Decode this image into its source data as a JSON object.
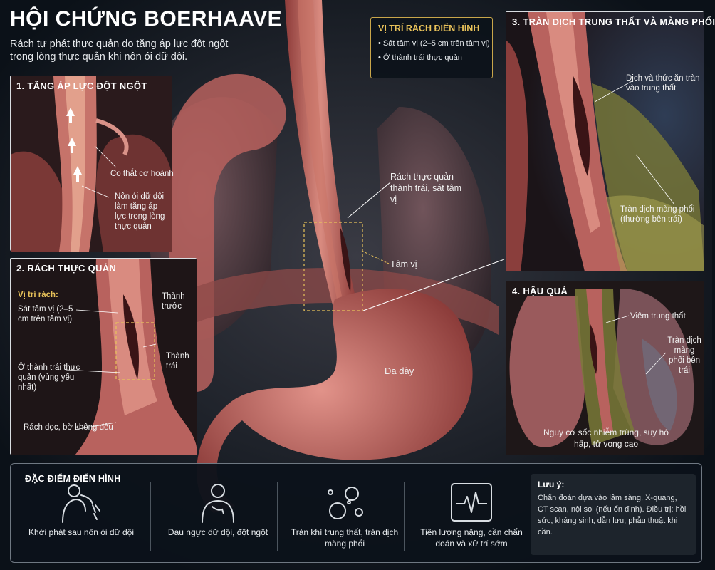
{
  "header": {
    "title": "HỘI CHỨNG BOERHAAVE",
    "subtitle": "Rách tự phát thực quản do tăng áp lực đột ngột trong lòng thực quản khi nôn ói dữ dội."
  },
  "center": {
    "label_tear": "Rách thực quản thành trái, sát tâm vị",
    "label_cardia": "Tâm vị",
    "label_stomach": "Dạ dày"
  },
  "site_box": {
    "title": "VỊ TRÍ RÁCH ĐIỂN HÌNH",
    "items": [
      "Sát tâm vị (2–5 cm trên tâm vị)",
      "Ở thành trái thực quản"
    ]
  },
  "panel1": {
    "title": "1. TĂNG ÁP LỰC ĐỘT NGỘT",
    "label_spasm": "Co thắt cơ hoành",
    "label_vomit": "Nôn ói dữ dội làm tăng áp lực trong lòng thực quản"
  },
  "panel2": {
    "title": "2. RÁCH THỰC QUẢN",
    "site_heading": "Vị trí rách:",
    "label_near_cardia": "Sát tâm vị (2–5 cm trên tâm vị)",
    "label_left_wall": "Ở thành trái thực quản (vùng yếu nhất)",
    "label_long_tear": "Rách dọc, bờ không đều",
    "label_anterior": "Thành trước",
    "label_left": "Thành trái"
  },
  "panel3": {
    "title": "3. TRÀN DỊCH TRUNG THẤT VÀ MÀNG PHỔI",
    "label_fluid": "Dịch và thức ăn tràn vào trung thất",
    "label_pleural": "Tràn dịch màng phổi (thường bên trái)"
  },
  "panel4": {
    "title": "4. HẬU QUẢ",
    "label_mediastinitis": "Viêm trung thất",
    "label_left_effusion": "Tràn dịch màng phổi bên trái",
    "label_risk": "Nguy cơ sốc nhiễm trùng, suy hô hấp, tử vong cao"
  },
  "bottom": {
    "title": "ĐẶC ĐIỂM ĐIỂN HÌNH",
    "features": [
      {
        "icon": "vomiting-person-icon",
        "text": "Khởi phát sau nôn ói dữ dội"
      },
      {
        "icon": "chest-pain-icon",
        "text": "Đau ngực dữ dội, đột ngột"
      },
      {
        "icon": "air-bubbles-icon",
        "text": "Tràn khí trung thất, tràn dịch màng phổi"
      },
      {
        "icon": "heart-monitor-icon",
        "text": "Tiên lượng nặng, cần chẩn đoán và xử trí sớm"
      }
    ],
    "note": {
      "title": "Lưu ý:",
      "body": "Chẩn đoán dựa vào lâm sàng, X-quang, CT scan, nội soi (nếu ổn định). Điều trị: hồi sức, kháng sinh, dẫn lưu, phẫu thuật khi cần."
    }
  },
  "colors": {
    "accent": "#e8c25a",
    "tissue": "#b85a58",
    "background": "#0b1118"
  }
}
